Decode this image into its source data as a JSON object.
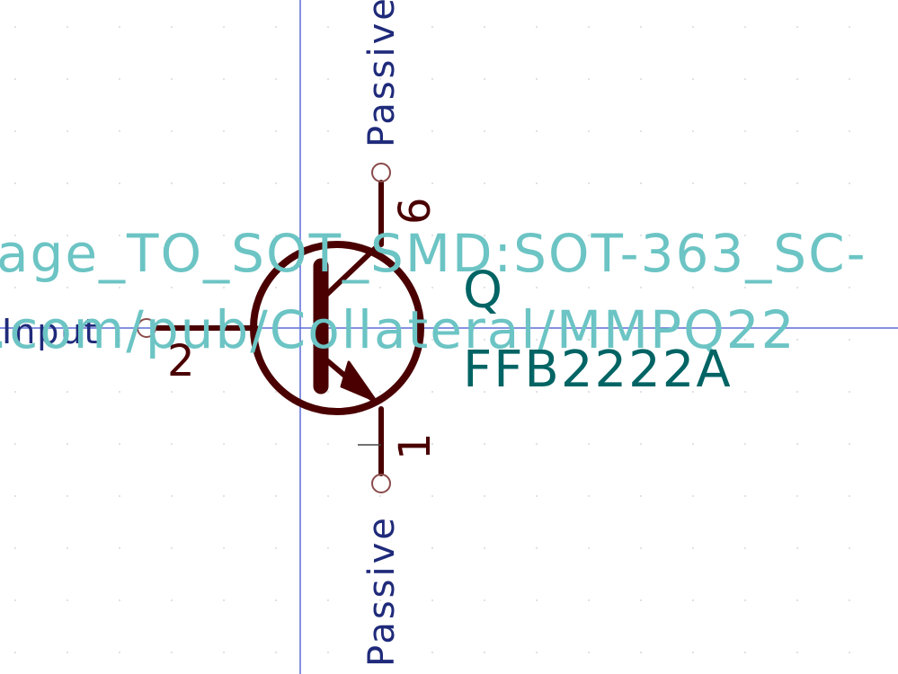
{
  "symbol": {
    "reference": "Q",
    "value": "FFB2222A",
    "footprint_fragment": "age_TO_SOT_SMD:SOT-363_SC-",
    "datasheet_fragment": ".com/pub/Collateral/MMPQ22"
  },
  "pins": {
    "collector": {
      "number": "6",
      "type": "Passive"
    },
    "base": {
      "number": "2",
      "type": "Input"
    },
    "emitter": {
      "number": "1",
      "type": "Passive"
    }
  },
  "colors": {
    "background": "#ffffff",
    "body": "#4a0000",
    "pin_number": "#4a0000",
    "pin_type": "#1f2a7a",
    "reference_value": "#006464",
    "hidden_fields": "#6cc4c4",
    "cursor": "#5b6ed6",
    "grid": "#d9d9d9",
    "pin_end": "#8a4b4b"
  }
}
